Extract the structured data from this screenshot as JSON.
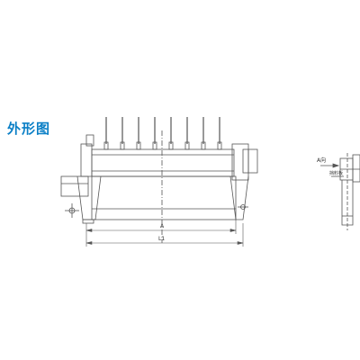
{
  "page": {
    "title": "外形图"
  },
  "drawing": {
    "labels": {
      "dim_a": "A",
      "dim_l1": "L1",
      "view_a": "A向",
      "guide": "挡料板"
    },
    "line_color": "#555555",
    "accent_color": "#0a7fc6",
    "pin_count": 8
  }
}
